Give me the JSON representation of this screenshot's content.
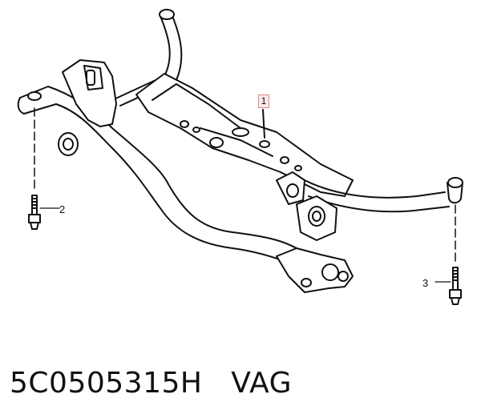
{
  "diagram": {
    "callouts": {
      "one": "1",
      "two": "2",
      "three": "3"
    },
    "part_number": "5C0505315H   VAG"
  },
  "colors": {
    "ink": "#111111",
    "callout_fill": "#fbeaea",
    "callout_border": "#d98a8a"
  },
  "icons": {
    "bolt": "bolt-icon",
    "crossmember": "subframe-illustration"
  }
}
